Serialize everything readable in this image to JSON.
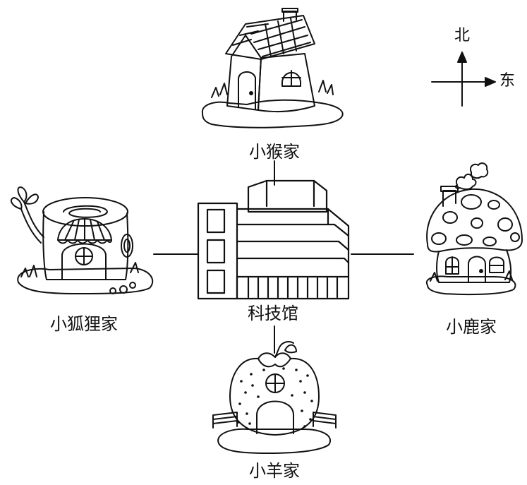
{
  "places": {
    "center": "科技馆",
    "north": "小猴家",
    "south": "小羊家",
    "west": "小狐狸家",
    "east": "小鹿家"
  },
  "compass": {
    "north": "北",
    "east": "东"
  }
}
